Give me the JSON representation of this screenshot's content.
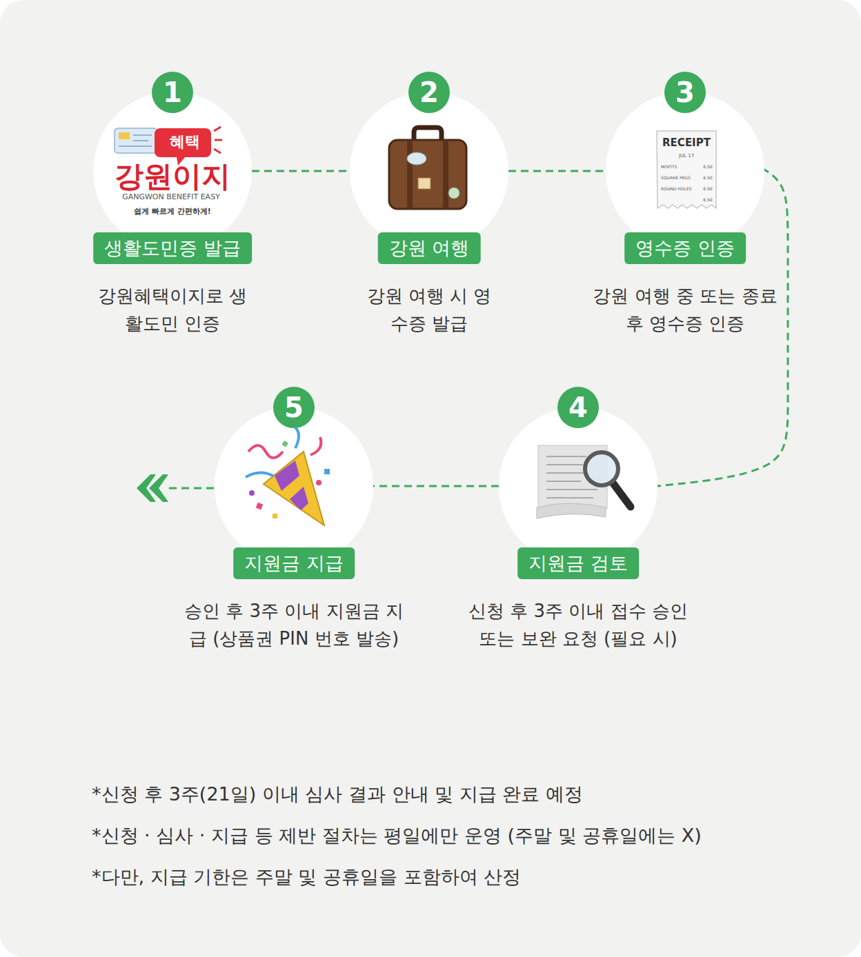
{
  "diagram": {
    "nodes": [
      {
        "text": [
          "1",
          "생활도민증 발급",
          "강원혜택이지로 생활도민 인증"
        ]
      },
      {
        "text": [
          "2",
          "강원 여행",
          "강원 여행 시 영수증 발급"
        ]
      },
      {
        "text": [
          "3",
          "영수증 인증",
          "강원 여행 중 또는 종료 후 영수증 인증"
        ]
      },
      {
        "text": [
          "4",
          "지원금 검토",
          "신청 후 3주 이내 접수 승인 또는 보완 요청 (필요 시)"
        ]
      },
      {
        "text": [
          "5",
          "지원금 지급",
          "승인 후 3주 이내 지원금 지급 (상품권 PIN 번호 발송)"
        ]
      }
    ],
    "edges": [
      {
        "from": 0,
        "to": 1,
        "arrow": "none"
      },
      {
        "from": 1,
        "to": 2,
        "arrow": "none"
      },
      {
        "from": 2,
        "to": 3,
        "arrow": "none"
      },
      {
        "from": 3,
        "to": 4,
        "arrow": "none"
      }
    ],
    "labels": [
      "혜택",
      "강원이지",
      "GANGWON BENEFIT EASY",
      "쉽게 빠르게 간편하게!",
      "RECEIPT",
      "JUL 17",
      "MISFITS",
      "SQUARE PEGS",
      "ROUND HOLES",
      "6.50",
      "6.50",
      "6.50",
      "6.50",
      "*신청 후 3주(21일) 이내 심사 결과 안내 및 지급 완료 예정",
      "*신청 · 심사 · 지급 등 제반 절차는 평일에만 운영 (주말 및 공휴일에는 X)",
      "*다만, 지급 기한은 주말 및 공휴일을 포함하여 산정"
    ]
  }
}
